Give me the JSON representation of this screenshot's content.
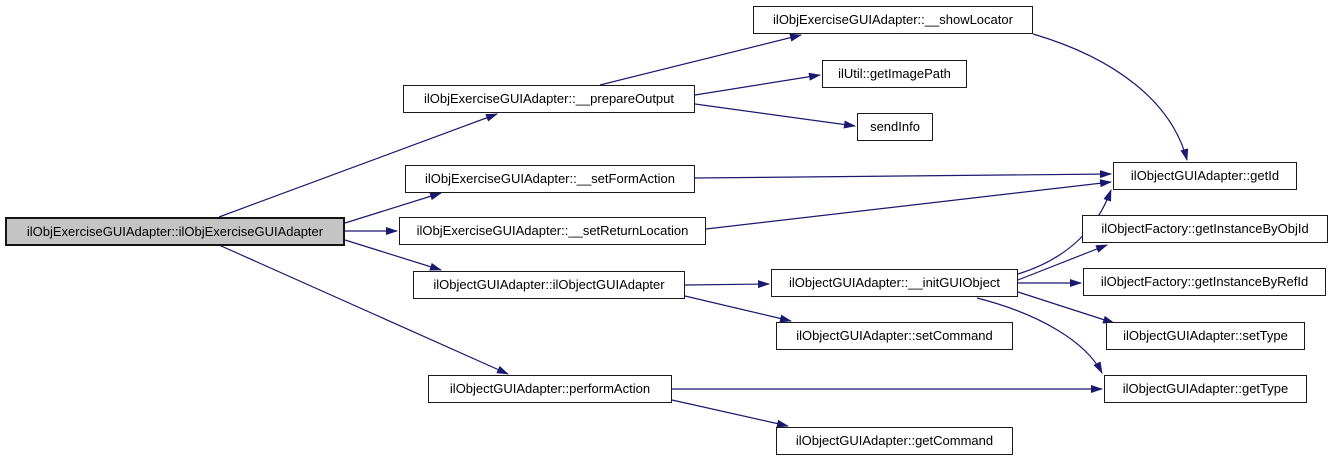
{
  "diagram": {
    "type": "call-graph",
    "colors": {
      "edge": "#191970",
      "node_border": "#1a1a1a",
      "node_fill": "#ffffff",
      "highlight_fill": "#c4c4c4",
      "text": "#000000",
      "background": "#ffffff"
    },
    "nodes": [
      {
        "id": "main",
        "label": "ilObjExerciseGUIAdapter::ilObjExerciseGUIAdapter",
        "emphasized": true
      },
      {
        "id": "prepareOutput",
        "label": "ilObjExerciseGUIAdapter::__prepareOutput",
        "emphasized": false
      },
      {
        "id": "showLocator",
        "label": "ilObjExerciseGUIAdapter::__showLocator",
        "emphasized": false
      },
      {
        "id": "getImagePath",
        "label": "ilUtil::getImagePath",
        "emphasized": false
      },
      {
        "id": "sendInfo",
        "label": "sendInfo",
        "emphasized": false
      },
      {
        "id": "setFormAction",
        "label": "ilObjExerciseGUIAdapter::__setFormAction",
        "emphasized": false
      },
      {
        "id": "setReturnLocation",
        "label": "ilObjExerciseGUIAdapter::__setReturnLocation",
        "emphasized": false
      },
      {
        "id": "objCtor",
        "label": "ilObjectGUIAdapter::ilObjectGUIAdapter",
        "emphasized": false
      },
      {
        "id": "initGUIObject",
        "label": "ilObjectGUIAdapter::__initGUIObject",
        "emphasized": false
      },
      {
        "id": "setCommand",
        "label": "ilObjectGUIAdapter::setCommand",
        "emphasized": false
      },
      {
        "id": "performAction",
        "label": "ilObjectGUIAdapter::performAction",
        "emphasized": false
      },
      {
        "id": "getCommand",
        "label": "ilObjectGUIAdapter::getCommand",
        "emphasized": false
      },
      {
        "id": "getId",
        "label": "ilObjectGUIAdapter::getId",
        "emphasized": false
      },
      {
        "id": "getInstanceByObjId",
        "label": "ilObjectFactory::getInstanceByObjId",
        "emphasized": false
      },
      {
        "id": "getInstanceByRefId",
        "label": "ilObjectFactory::getInstanceByRefId",
        "emphasized": false
      },
      {
        "id": "setType",
        "label": "ilObjectGUIAdapter::setType",
        "emphasized": false
      },
      {
        "id": "getType",
        "label": "ilObjectGUIAdapter::getType",
        "emphasized": false
      }
    ],
    "edges": [
      {
        "from": "main",
        "to": "prepareOutput"
      },
      {
        "from": "main",
        "to": "setFormAction"
      },
      {
        "from": "main",
        "to": "setReturnLocation"
      },
      {
        "from": "main",
        "to": "objCtor"
      },
      {
        "from": "main",
        "to": "performAction"
      },
      {
        "from": "prepareOutput",
        "to": "showLocator"
      },
      {
        "from": "prepareOutput",
        "to": "getImagePath"
      },
      {
        "from": "prepareOutput",
        "to": "sendInfo"
      },
      {
        "from": "showLocator",
        "to": "getId"
      },
      {
        "from": "setFormAction",
        "to": "getId"
      },
      {
        "from": "setReturnLocation",
        "to": "getId"
      },
      {
        "from": "objCtor",
        "to": "initGUIObject"
      },
      {
        "from": "objCtor",
        "to": "setCommand"
      },
      {
        "from": "initGUIObject",
        "to": "getId"
      },
      {
        "from": "initGUIObject",
        "to": "getInstanceByObjId"
      },
      {
        "from": "initGUIObject",
        "to": "getInstanceByRefId"
      },
      {
        "from": "initGUIObject",
        "to": "setType"
      },
      {
        "from": "initGUIObject",
        "to": "getType"
      },
      {
        "from": "performAction",
        "to": "getType"
      },
      {
        "from": "performAction",
        "to": "getCommand"
      }
    ]
  }
}
